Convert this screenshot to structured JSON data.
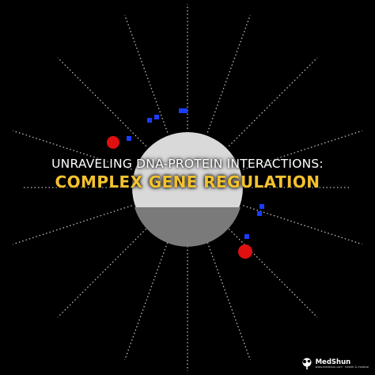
{
  "title": {
    "line1": "UNRAVELING DNA-PROTEIN INTERACTIONS:",
    "line2": "COMPLEX GENE REGULATION"
  },
  "brand": {
    "name": "MedShun",
    "tagline": "www.medshun.com · health & medical",
    "icon": "tree-leaf-icon"
  },
  "colors": {
    "background": "#000000",
    "sphere_top": "#d9d9d9",
    "sphere_bottom": "#7a7a7a",
    "ray": "#bdbdbd",
    "protein_red": "#e01010",
    "protein_blue": "#1a3cff",
    "title_white": "#ffffff",
    "title_yellow": "#f3c22e"
  }
}
